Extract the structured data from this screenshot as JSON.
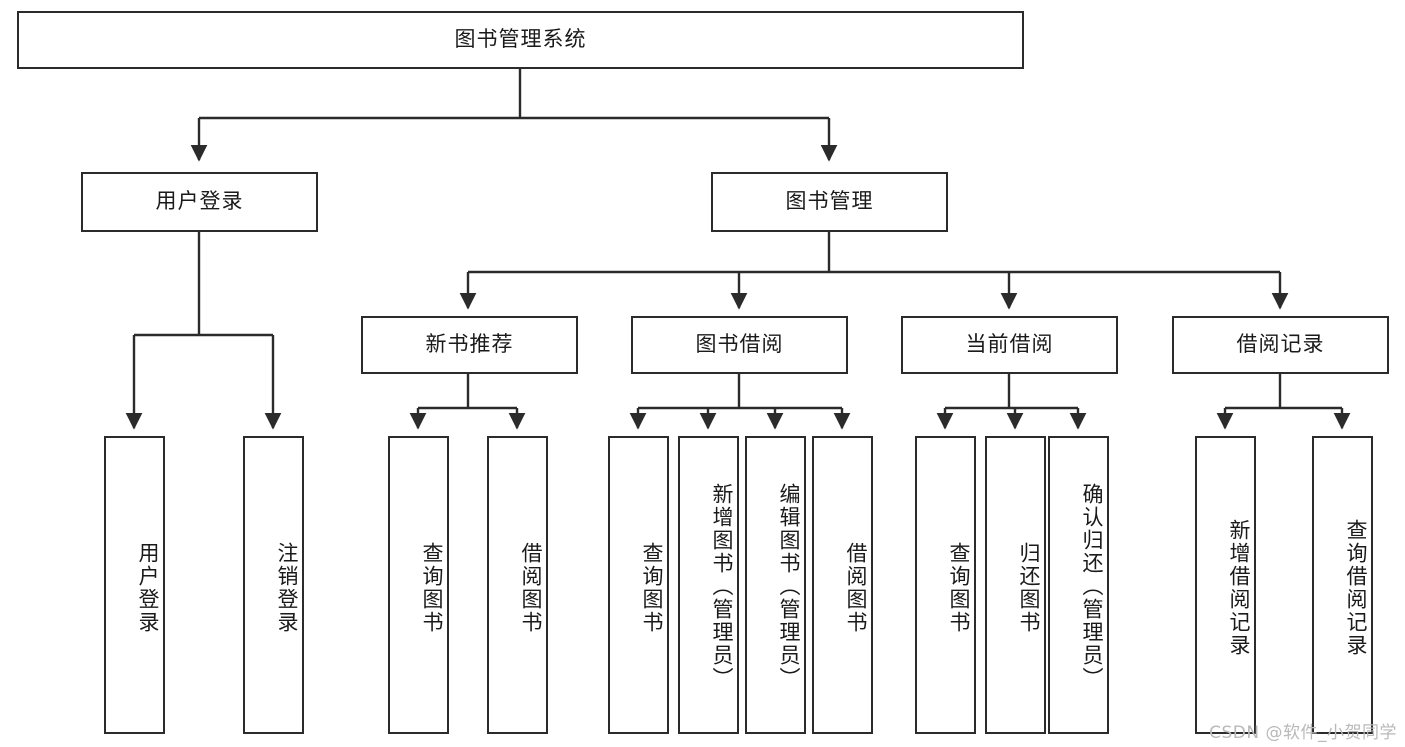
{
  "diagram": {
    "title": "图书管理系统",
    "type": "tree",
    "root": {
      "label": "图书管理系统"
    },
    "level1": [
      {
        "label": "用户登录"
      },
      {
        "label": "图书管理"
      }
    ],
    "level2": [
      {
        "label": "新书推荐"
      },
      {
        "label": "图书借阅"
      },
      {
        "label": "当前借阅"
      },
      {
        "label": "借阅记录"
      }
    ],
    "leaves": {
      "user_login": [
        {
          "label": "用户登录"
        },
        {
          "label": "注销登录"
        }
      ],
      "new_book_recommend": [
        {
          "label": "查询图书"
        },
        {
          "label": "借阅图书"
        }
      ],
      "book_borrow": [
        {
          "label": "查询图书"
        },
        {
          "label": "新增图书（管理员）"
        },
        {
          "label": "编辑图书（管理员）"
        },
        {
          "label": "借阅图书"
        }
      ],
      "current_borrow": [
        {
          "label": "查询图书"
        },
        {
          "label": "归还图书"
        },
        {
          "label": "确认归还（管理员）"
        }
      ],
      "borrow_record": [
        {
          "label": "新增借阅记录"
        },
        {
          "label": "查询借阅记录"
        }
      ]
    }
  },
  "watermark": {
    "text": "CSDN @软件_小贺同学"
  },
  "colors": {
    "box_border": "#2b2b2b",
    "box_fill": "#ffffff",
    "connector": "#2b2b2b",
    "text": "#1a1a1a",
    "watermark": "#b9b9b9"
  }
}
